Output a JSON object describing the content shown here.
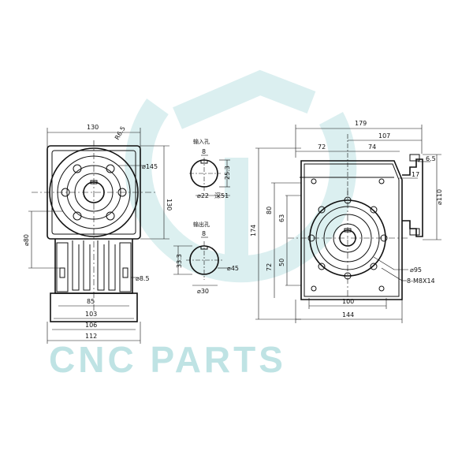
{
  "watermark": {
    "text": "CNC PARTS",
    "color": "#bfe3e4"
  },
  "left_view": {
    "dims": {
      "top_width": "130",
      "side_height": "130",
      "flange_dia": "⌀145",
      "corner_note": "R6.5",
      "shaft_dia": "⌀80",
      "hole_dia": "⌀8.5",
      "base_85": "85",
      "base_103": "103",
      "base_106": "106",
      "base_112": "112"
    }
  },
  "input_hole": {
    "title": "输入孔",
    "key_width": "8",
    "key_depth": "25.3",
    "bore": "⌀22",
    "depth": "深51"
  },
  "output_hole": {
    "title": "输出孔",
    "key_width": "8",
    "key_depth": "33.3",
    "bore": "⌀30",
    "outer": "⌀45"
  },
  "right_view": {
    "dims": {
      "overall_width": "179",
      "d107": "107",
      "d72": "72",
      "d74": "74",
      "d6_5": "6.5",
      "d17": "17",
      "flange_dia": "⌀110",
      "height_174": "174",
      "d80": "80",
      "d63": "63",
      "d72_left": "72",
      "d50": "50",
      "bolt_circle": "⌀95",
      "thread": "8-M8X14",
      "base_100": "100",
      "base_144": "144"
    }
  }
}
